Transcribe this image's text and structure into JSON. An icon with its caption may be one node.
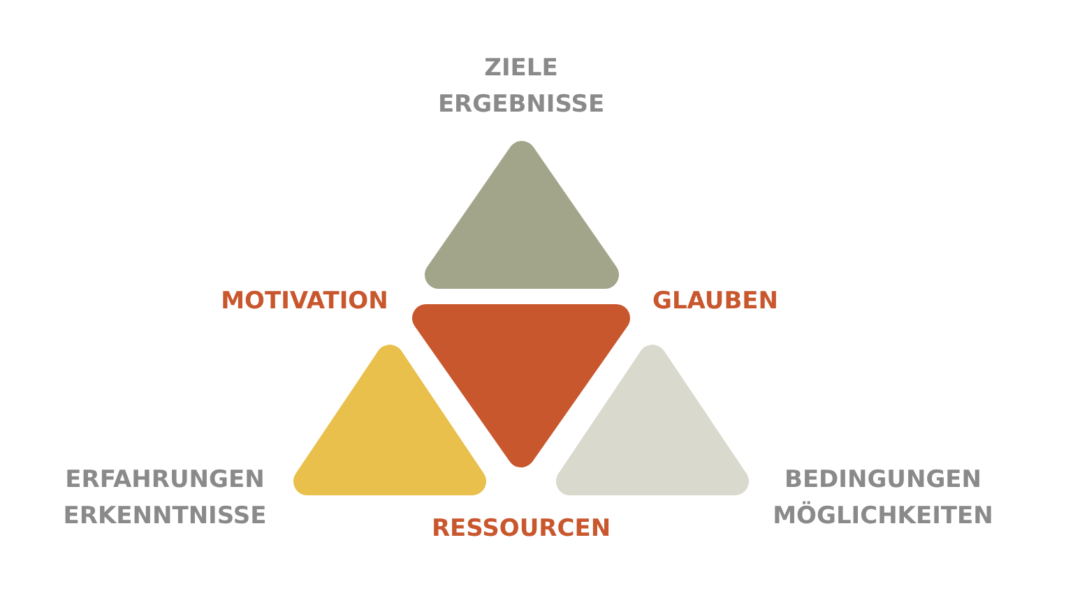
{
  "diagram": {
    "nodes": [
      {
        "text": [
          "ZIELE ERGEBNISSE"
        ]
      },
      {
        "text": [
          "ERFAHRUNGEN ERKENNTNISSE"
        ]
      },
      {
        "text": [],
        "shape": "triangle"
      },
      {
        "text": [
          "BEDINGUNGEN MÖGLICHKEITEN"
        ]
      }
    ],
    "labels": [
      "MOTIVATION",
      "GLAUBEN",
      "RESSOURCEN"
    ]
  }
}
